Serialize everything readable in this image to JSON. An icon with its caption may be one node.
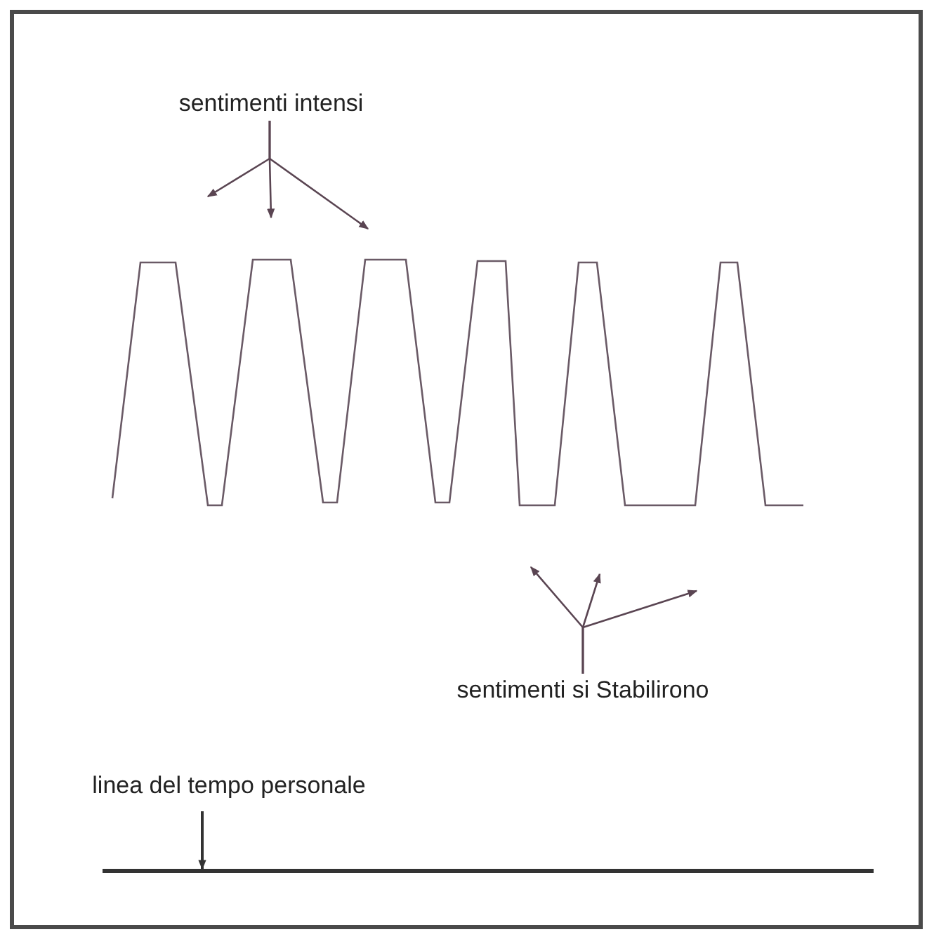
{
  "diagram": {
    "nodes": [
      {
        "text": [
          "sentimenti intensi"
        ]
      },
      {
        "text": [
          "sentimenti si Stabilirono"
        ]
      },
      {
        "text": [
          "linea del tempo personale"
        ]
      },
      {
        "text": [],
        "shape": "line"
      }
    ],
    "edges": [
      {
        "from": 0,
        "to": null,
        "arrow": "to"
      },
      {
        "from": 0,
        "to": null,
        "arrow": "to"
      },
      {
        "from": 0,
        "to": null,
        "arrow": "to"
      },
      {
        "from": 1,
        "to": null,
        "arrow": "to"
      },
      {
        "from": 1,
        "to": null,
        "arrow": "to"
      },
      {
        "from": 1,
        "to": null,
        "arrow": "to"
      },
      {
        "from": 2,
        "to": 3,
        "arrow": "to",
        "color": "#333333"
      }
    ]
  }
}
